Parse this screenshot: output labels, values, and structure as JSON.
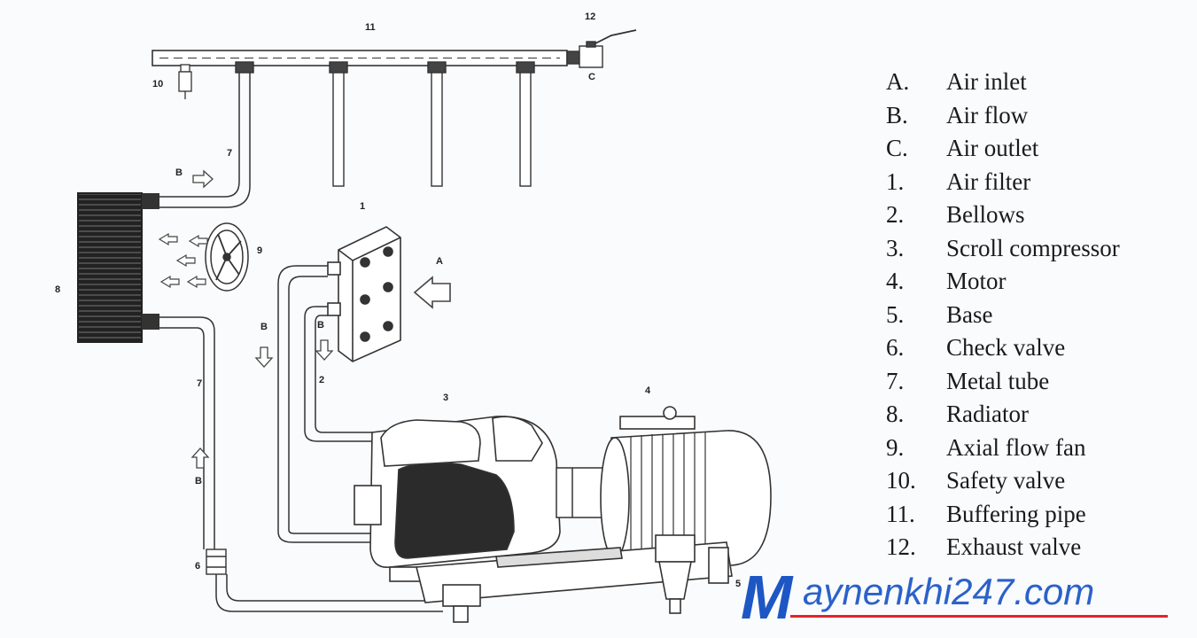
{
  "diagram": {
    "callouts": {
      "n1": "1",
      "n2": "2",
      "n3": "3",
      "n4": "4",
      "n5": "5",
      "n6": "6",
      "n7a": "7",
      "n7b": "7",
      "n8": "8",
      "n9": "9",
      "n10": "10",
      "n11": "11",
      "n12": "12",
      "a": "A",
      "b1": "B",
      "b2": "B",
      "b3": "B",
      "b4": "B",
      "c": "C"
    }
  },
  "legend": {
    "items": [
      {
        "key": "A.",
        "label": "Air inlet"
      },
      {
        "key": "B.",
        "label": "Air flow"
      },
      {
        "key": "C.",
        "label": "Air outlet"
      },
      {
        "key": "1.",
        "label": "Air filter"
      },
      {
        "key": "2.",
        "label": "Bellows"
      },
      {
        "key": "3.",
        "label": "Scroll compressor"
      },
      {
        "key": "4.",
        "label": "Motor"
      },
      {
        "key": "5.",
        "label": "Base"
      },
      {
        "key": "6.",
        "label": "Check valve"
      },
      {
        "key": "7.",
        "label": "Metal tube"
      },
      {
        "key": "8.",
        "label": "Radiator"
      },
      {
        "key": "9.",
        "label": "Axial flow fan"
      },
      {
        "key": "10.",
        "label": "Safety valve"
      },
      {
        "key": "11.",
        "label": "Buffering pipe"
      },
      {
        "key": "12.",
        "label": "Exhaust valve"
      }
    ]
  },
  "watermark": {
    "m": "M",
    "rest": "aynenkhi247.com",
    "accent_blue": "#1d57c4",
    "accent_red": "#e0242b"
  }
}
